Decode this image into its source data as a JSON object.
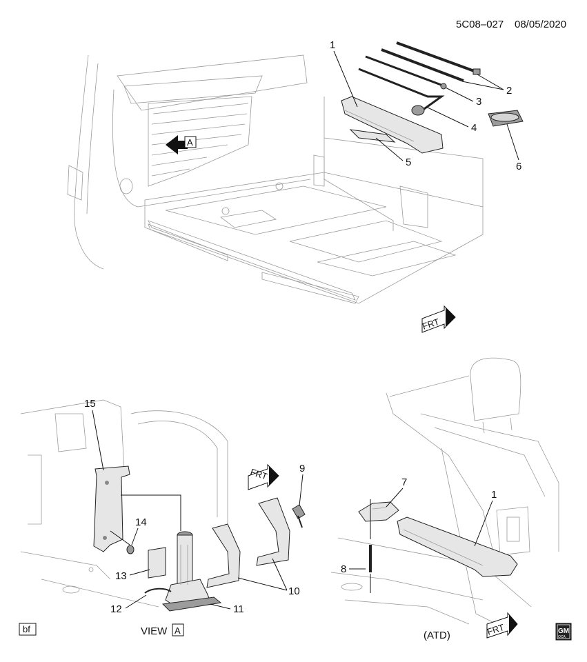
{
  "header": {
    "diagram_code": "5C08–027",
    "date": "08/05/2020"
  },
  "callouts": {
    "c1": "1",
    "c2": "2",
    "c3": "3",
    "c4": "4",
    "c5": "5",
    "c6": "6",
    "c7": "7",
    "c8": "8",
    "c9": "9",
    "c10": "10",
    "c11": "11",
    "c12": "12",
    "c13": "13",
    "c14": "14",
    "c15": "15",
    "c1b": "1"
  },
  "labels": {
    "view_ref": "A",
    "view_caption": "VIEW",
    "view_letter": "A",
    "atd": "(ATD)",
    "frt": "FRT",
    "bf": "bf",
    "logo_top": "GM",
    "logo_bottom": "OCA"
  },
  "colors": {
    "ink": "#111111",
    "panel": "#e6e6e6",
    "shade": "#9c9c9c"
  }
}
